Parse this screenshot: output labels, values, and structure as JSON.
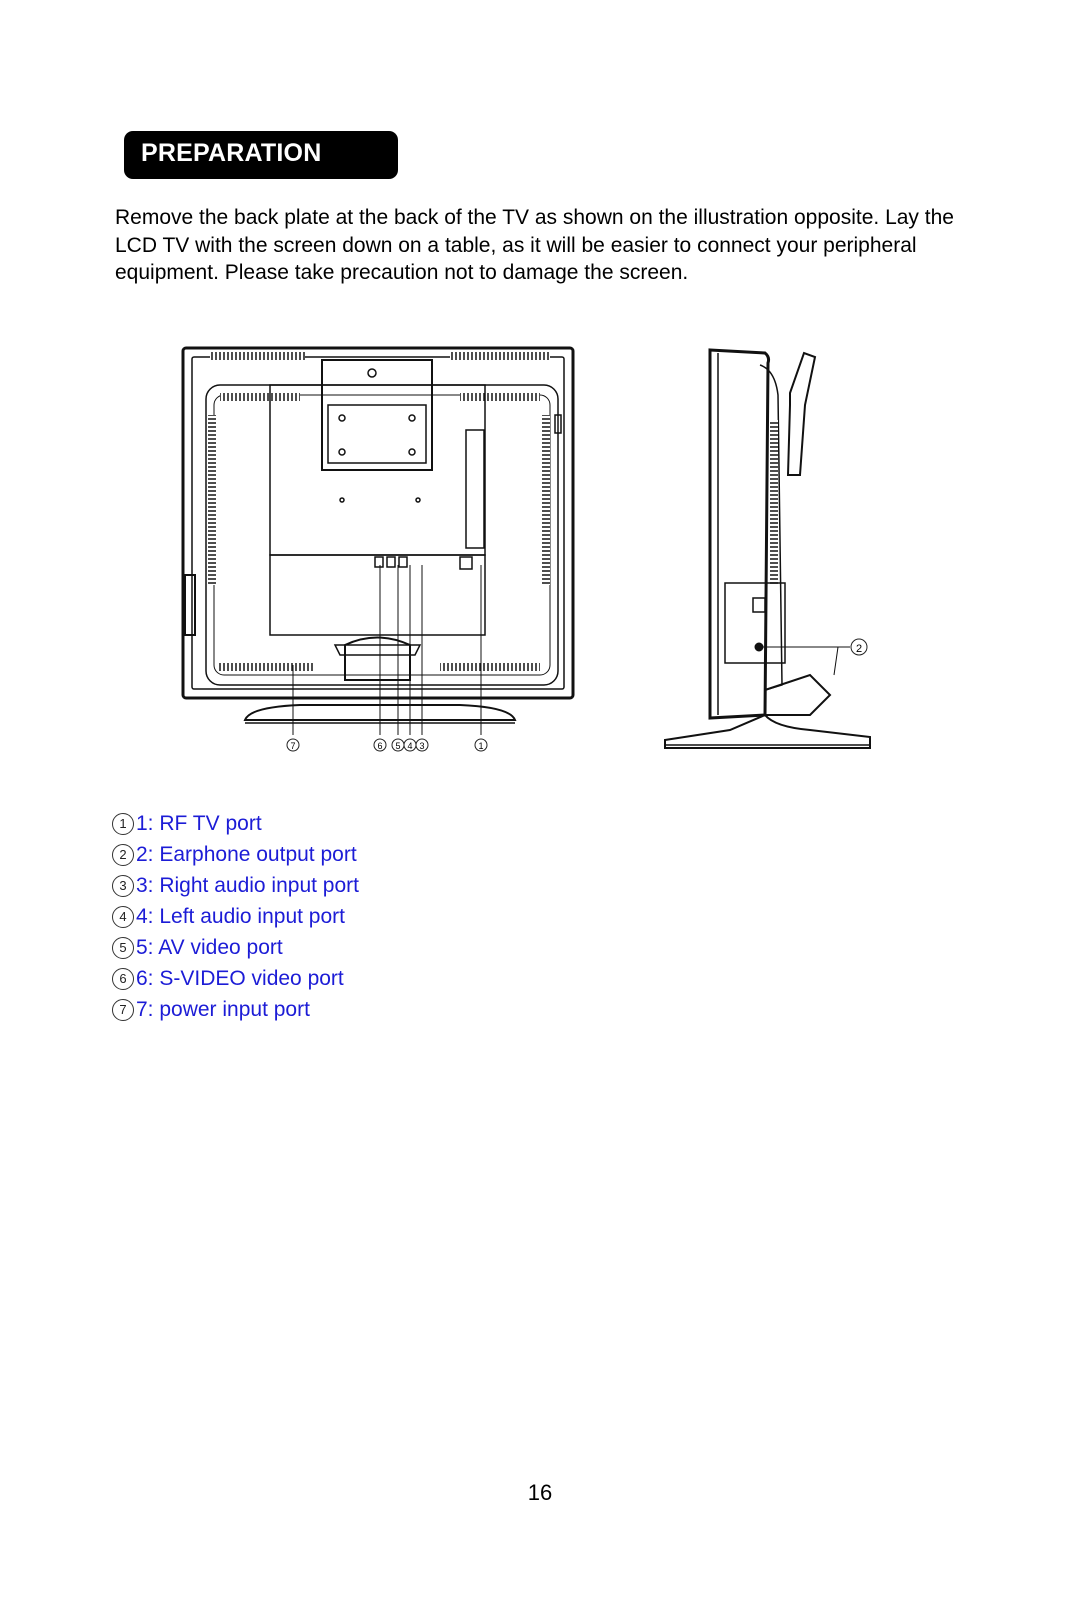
{
  "section": {
    "title": "PREPARATION"
  },
  "intro": "Remove the back plate at the back of the TV as shown on the illustration opposite. Lay the LCD TV with the screen down on a table, as it will be easier to connect your peripheral equipment. Please take precaution not to damage the screen.",
  "figure": {
    "rear_callouts": [
      "7",
      "6",
      "5",
      "4",
      "3",
      "1"
    ],
    "side_callout": "2"
  },
  "ports": [
    {
      "marker": "1",
      "text": "1: RF TV port"
    },
    {
      "marker": "2",
      "text": "2: Earphone output port"
    },
    {
      "marker": "3",
      "text": "3: Right audio input port"
    },
    {
      "marker": "4",
      "text": "4: Left audio input port"
    },
    {
      "marker": "5",
      "text": "5: AV video port"
    },
    {
      "marker": "6",
      "text": "6: S-VIDEO video port"
    },
    {
      "marker": "7",
      "text": "7: power input port"
    }
  ],
  "page_number": "16"
}
